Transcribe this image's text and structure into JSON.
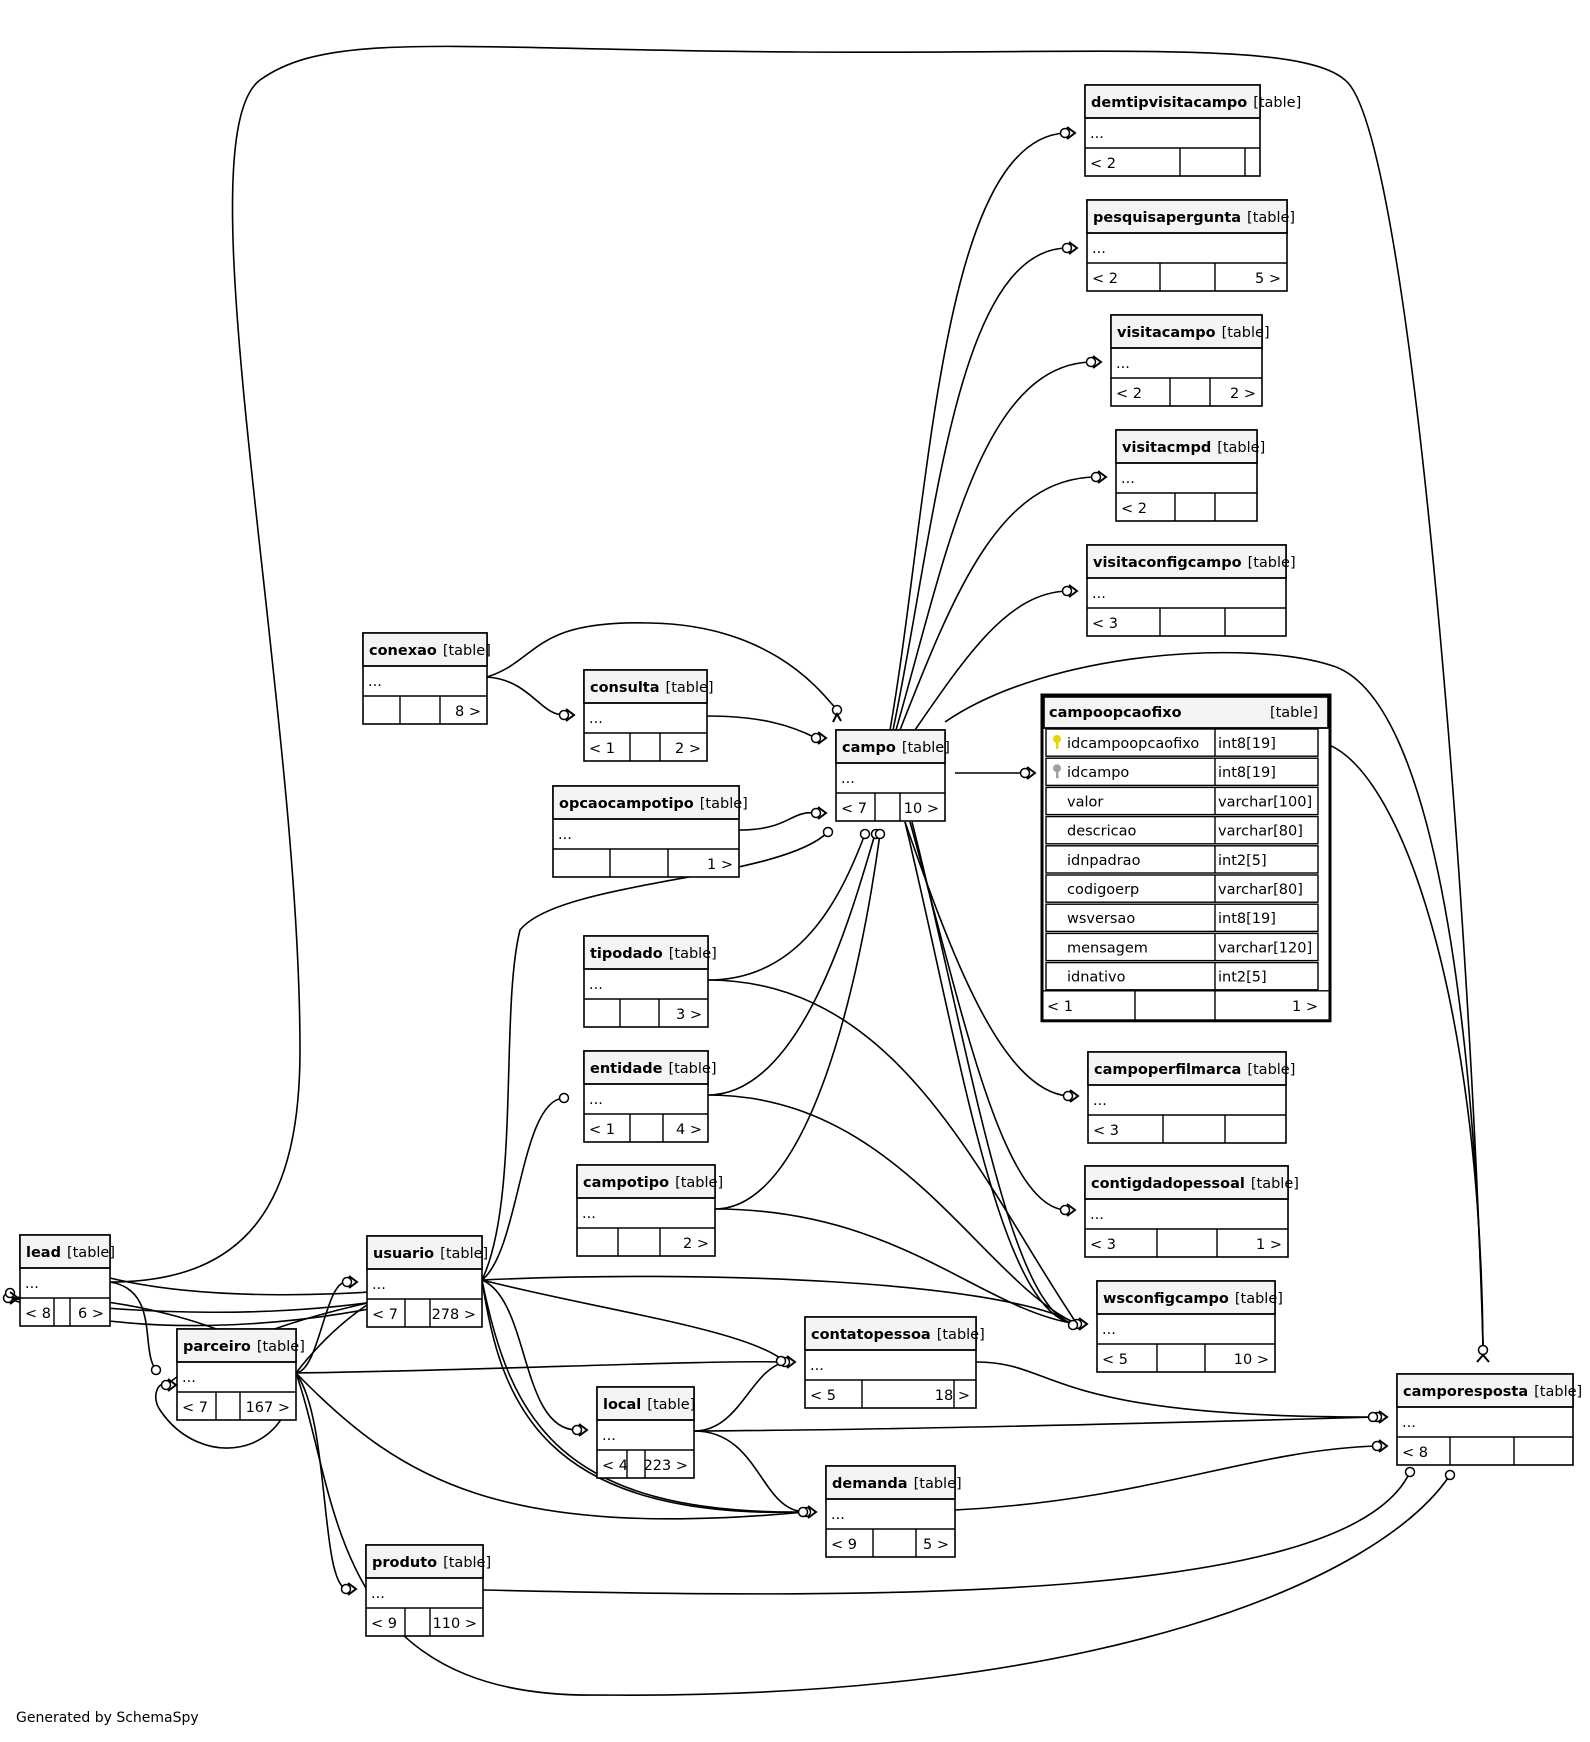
{
  "diagram_type": "entity-relationship diagram",
  "generated_by": "Generated by SchemaSpy",
  "type_label": "[table]",
  "body_placeholder": "...",
  "colors": {
    "line": "#000000",
    "header_fill": "#f4f4f4",
    "primary_key_icon": "#e8d400",
    "foreign_key_icon": "#a0a0a0"
  },
  "tables": {
    "demtipvisitacampo": {
      "name": "demtipvisitacampo",
      "parents": "< 2",
      "children": ""
    },
    "pesquisapergunta": {
      "name": "pesquisapergunta",
      "parents": "< 2",
      "children": "5 >"
    },
    "visitacampo": {
      "name": "visitacampo",
      "parents": "< 2",
      "children": "2 >"
    },
    "visitacmpd": {
      "name": "visitacmpd",
      "parents": "< 2",
      "children": ""
    },
    "visitaconfigcampo": {
      "name": "visitaconfigcampo",
      "parents": "< 3",
      "children": ""
    },
    "conexao": {
      "name": "conexao",
      "parents": "",
      "children": "8 >"
    },
    "consulta": {
      "name": "consulta",
      "parents": "< 1",
      "children": "2 >"
    },
    "campo": {
      "name": "campo",
      "parents": "< 7",
      "children": "10 >"
    },
    "opcaocampotipo": {
      "name": "opcaocampotipo",
      "parents": "",
      "children": "1 >"
    },
    "tipodado": {
      "name": "tipodado",
      "parents": "",
      "children": "3 >"
    },
    "entidade": {
      "name": "entidade",
      "parents": "< 1",
      "children": "4 >"
    },
    "campotipo": {
      "name": "campotipo",
      "parents": "",
      "children": "2 >"
    },
    "campoperfilmarca": {
      "name": "campoperfilmarca",
      "parents": "< 3",
      "children": ""
    },
    "contigdadopessoal": {
      "name": "contigdadopessoal",
      "parents": "< 3",
      "children": "1 >"
    },
    "wsconfigcampo": {
      "name": "wsconfigcampo",
      "parents": "< 5",
      "children": "10 >"
    },
    "lead": {
      "name": "lead",
      "parents": "< 8",
      "children": "6 >"
    },
    "usuario": {
      "name": "usuario",
      "parents": "< 7",
      "children": "278 >"
    },
    "parceiro": {
      "name": "parceiro",
      "parents": "< 7",
      "children": "167 >"
    },
    "contatopessoa": {
      "name": "contatopessoa",
      "parents": "< 5",
      "children": "18 >"
    },
    "local": {
      "name": "local",
      "parents": "< 4",
      "children": "223 >"
    },
    "demanda": {
      "name": "demanda",
      "parents": "< 9",
      "children": "5 >"
    },
    "produto": {
      "name": "produto",
      "parents": "< 9",
      "children": "110 >"
    },
    "camporesposta": {
      "name": "camporesposta",
      "parents": "< 8",
      "children": ""
    },
    "campoopcaofixo": {
      "name": "campoopcaofixo",
      "parents": "< 1",
      "children": "1 >",
      "columns": [
        {
          "name": "idcampoopcaofixo",
          "type": "int8[19]",
          "key": "primary"
        },
        {
          "name": "idcampo",
          "type": "int8[19]",
          "key": "foreign"
        },
        {
          "name": "valor",
          "type": "varchar[100]",
          "key": ""
        },
        {
          "name": "descricao",
          "type": "varchar[80]",
          "key": ""
        },
        {
          "name": "idnpadrao",
          "type": "int2[5]",
          "key": ""
        },
        {
          "name": "codigoerp",
          "type": "varchar[80]",
          "key": ""
        },
        {
          "name": "wsversao",
          "type": "int8[19]",
          "key": ""
        },
        {
          "name": "mensagem",
          "type": "varchar[120]",
          "key": ""
        },
        {
          "name": "idnativo",
          "type": "int2[5]",
          "key": ""
        }
      ]
    }
  }
}
